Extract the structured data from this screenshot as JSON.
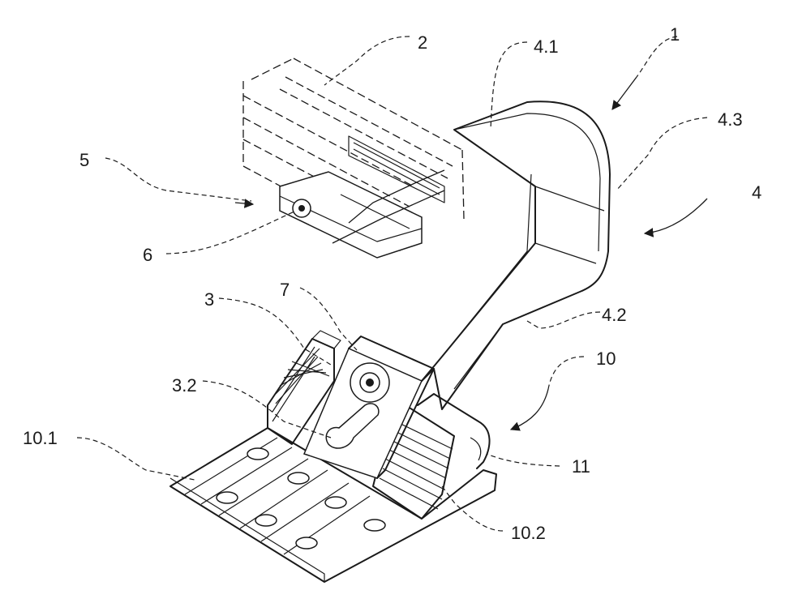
{
  "labels": {
    "l1": "1",
    "l2": "2",
    "l3": "3",
    "l3_2": "3.2",
    "l4": "4",
    "l4_1": "4.1",
    "l4_2": "4.2",
    "l4_3": "4.3",
    "l5": "5",
    "l6": "6",
    "l7": "7",
    "l10": "10",
    "l10_1": "10.1",
    "l10_2": "10.2",
    "l11": "11"
  }
}
